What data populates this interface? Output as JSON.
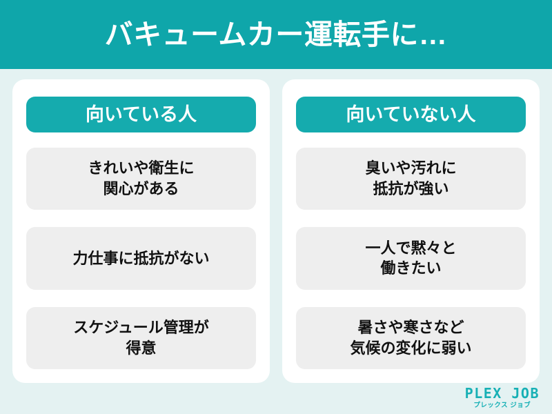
{
  "header": {
    "title": "バキュームカー運転手に…",
    "background_color": "#0fa6aa",
    "text_color": "#ffffff"
  },
  "page": {
    "background_color": "#e4f2f2",
    "card_background_color": "#ffffff",
    "item_background_color": "#eeeeee",
    "accent_color": "#15abae"
  },
  "columns": [
    {
      "heading": "向いている人",
      "items": [
        {
          "text": "きれいや衛生に\n関心がある"
        },
        {
          "text": "力仕事に抵抗がない"
        },
        {
          "text": "スケジュール管理が\n得意"
        }
      ]
    },
    {
      "heading": "向いていない人",
      "items": [
        {
          "text": "臭いや汚れに\n抵抗が強い"
        },
        {
          "text": "一人で黙々と\n働きたい"
        },
        {
          "text": "暑さや寒さなど\n気候の変化に弱い"
        }
      ]
    }
  ],
  "logo": {
    "wordmark": "PLEX JOB",
    "subtitle": "プレックス ジョブ",
    "color": "#17b0b5"
  }
}
